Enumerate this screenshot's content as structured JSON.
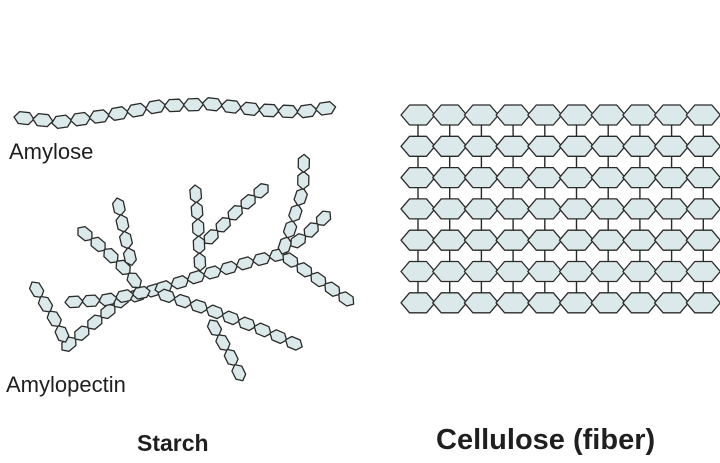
{
  "labels": {
    "amylose": "Amylose",
    "amylopectin": "Amylopectin",
    "starch": "Starch",
    "cellulose": "Cellulose (fiber)"
  },
  "colors": {
    "unit_fill": "#dbe9ea",
    "unit_stroke": "#2a2a2a",
    "link": "#2a2a2a",
    "text": "#1f1f1f"
  },
  "cellulose_grid": {
    "rows": 7,
    "cols": 10
  }
}
